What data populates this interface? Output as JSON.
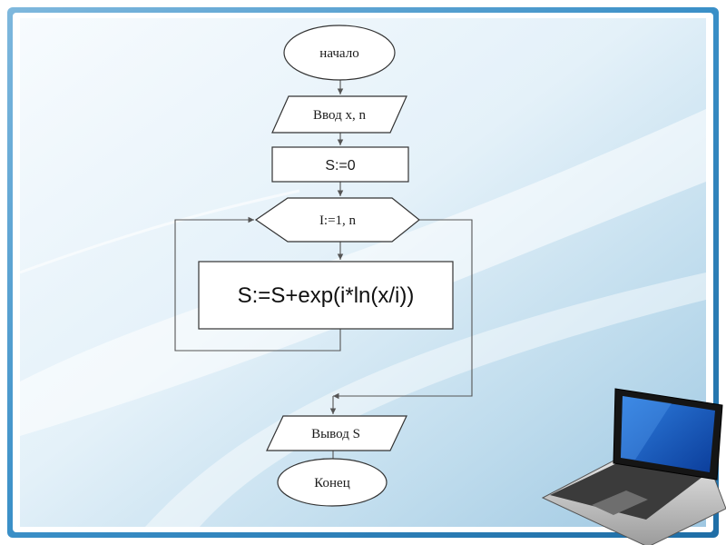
{
  "flowchart": {
    "start": "начало",
    "input": "Ввод x, n",
    "init": "S:=0",
    "loop": "I:=1, n",
    "body": "S:=S+exp(i*ln(x/i))",
    "output": "Вывод S",
    "end": "Конец"
  },
  "colors": {
    "background_blue": "#cfe6f3",
    "frame_blue": "#3a8fc7",
    "shape_stroke": "#333333",
    "connector": "#555555"
  },
  "decorations": {
    "illustration": "laptop-icon"
  }
}
